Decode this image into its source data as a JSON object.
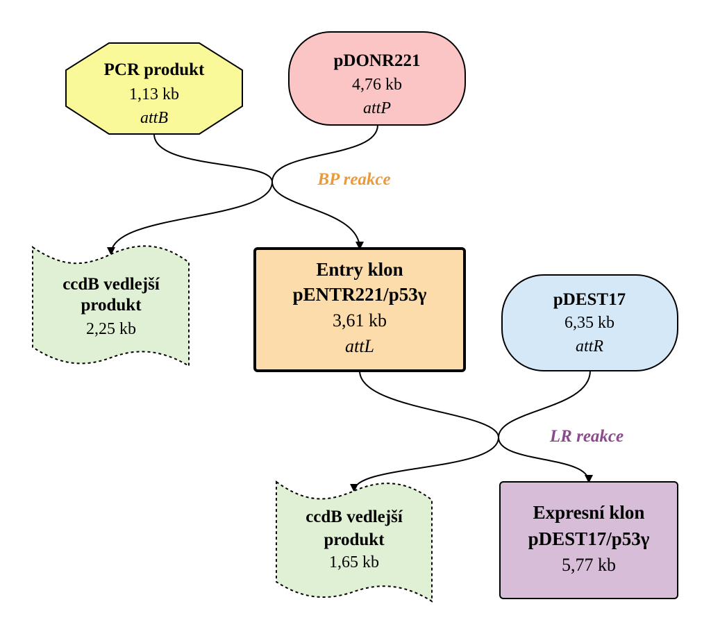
{
  "nodes": {
    "pcr_product": {
      "name": "PCR produkt",
      "size": "1,13 kb",
      "site": "attB",
      "fill": "#f9f99a"
    },
    "pdonr221": {
      "name": "pDONR221",
      "size": "4,76 kb",
      "site": "attP",
      "fill": "#fbc5c5"
    },
    "ccdb_byproduct_1": {
      "line1": "ccdB vedlejší",
      "line2": "produkt",
      "size": "2,25 kb",
      "fill": "#e0f0d4"
    },
    "entry_clone": {
      "line1": "Entry klon",
      "line2": "pENTR221/p53γ",
      "size": "3,61 kb",
      "site": "attL",
      "fill": "#fcdcaa"
    },
    "pdest17": {
      "name": "pDEST17",
      "size": "6,35 kb",
      "site": "attR",
      "fill": "#d4e8f7"
    },
    "ccdb_byproduct_2": {
      "line1": "ccdB vedlejší",
      "line2": "produkt",
      "size": "1,65 kb",
      "fill": "#e0f0d4"
    },
    "expression_clone": {
      "line1": "Expresní klon",
      "line2": "pDEST17/p53γ",
      "size": "5,77 kb",
      "fill": "#d7bdd7"
    }
  },
  "reactions": {
    "bp": {
      "label": "BP reakce",
      "color": "#e99b3c"
    },
    "lr": {
      "label": "LR reakce",
      "color": "#8b4a8b"
    }
  }
}
